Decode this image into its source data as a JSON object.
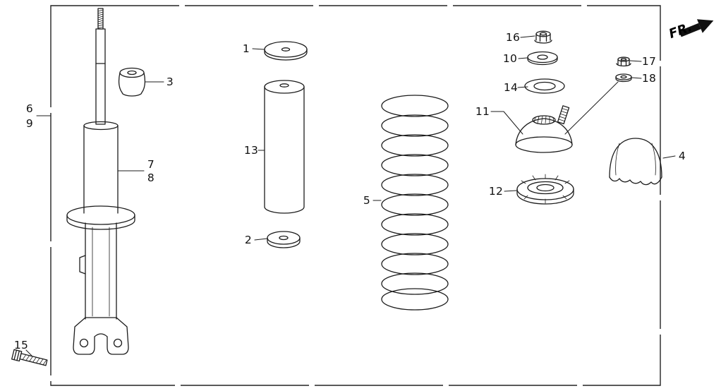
{
  "diagram": {
    "direction_indicator": "FR.",
    "part_labels": [
      "1",
      "2",
      "3",
      "4",
      "5",
      "6",
      "7",
      "8",
      "9",
      "10",
      "11",
      "12",
      "13",
      "14",
      "15",
      "16",
      "17",
      "18"
    ]
  }
}
